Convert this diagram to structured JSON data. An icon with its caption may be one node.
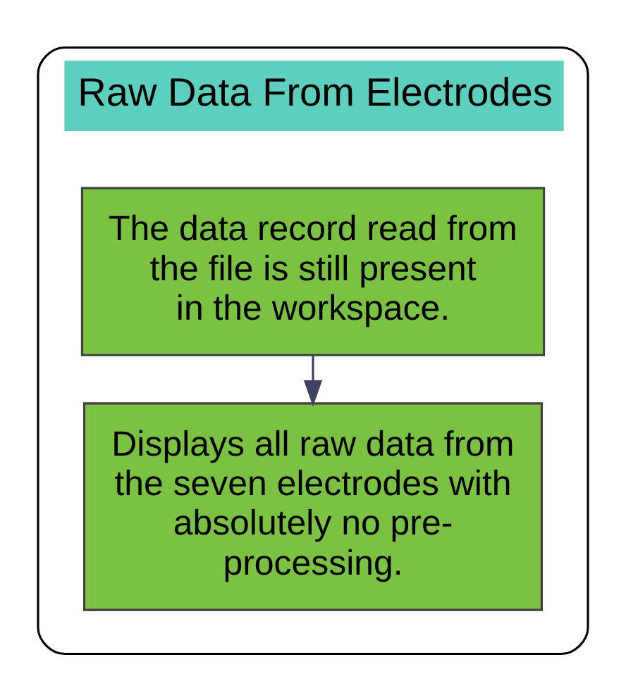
{
  "diagram": {
    "nodes": [
      {
        "text": [
          "Raw Data From Electrodes"
        ]
      },
      {
        "text": [
          "The data record read from the file is still present in the workspace."
        ],
        "in": 0
      },
      {
        "text": [
          "Displays all raw data from the seven electrodes with absolutely no pre-processing."
        ],
        "in": 0
      }
    ],
    "edges": [
      {
        "from": 1,
        "to": 2,
        "arrow": "to"
      }
    ]
  }
}
